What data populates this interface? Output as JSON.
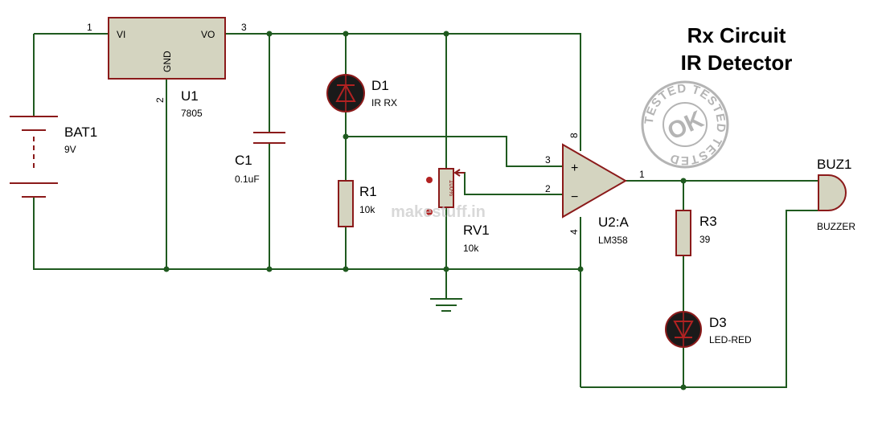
{
  "title": {
    "line1": "Rx Circuit",
    "line2": "IR Detector"
  },
  "stamp": {
    "ring_text": "TESTED TESTED TESTED",
    "center": "OK"
  },
  "watermark": "makestuff.in",
  "colors": {
    "wire": "#1f5a1f",
    "component": "#8b1a1a",
    "body": "#d4d4c0",
    "led": "#1a1a1a"
  },
  "components": {
    "bat1": {
      "ref": "BAT1",
      "value": "9V"
    },
    "u1": {
      "ref": "U1",
      "value": "7805",
      "pin_vi": "VI",
      "pin_vo": "VO",
      "pin_gnd": "GND",
      "pin1": "1",
      "pin2": "2",
      "pin3": "3"
    },
    "c1": {
      "ref": "C1",
      "value": "0.1uF"
    },
    "d1": {
      "ref": "D1",
      "value": "IR RX"
    },
    "r1": {
      "ref": "R1",
      "value": "10k"
    },
    "rv1": {
      "ref": "RV1",
      "value": "10k",
      "setting": "100%"
    },
    "u2": {
      "ref": "U2:A",
      "value": "LM358",
      "pin1": "1",
      "pin2": "2",
      "pin3": "3",
      "pin4": "4",
      "pin8": "8",
      "plus": "+",
      "minus": "−"
    },
    "r3": {
      "ref": "R3",
      "value": "39"
    },
    "d3": {
      "ref": "D3",
      "value": "LED-RED"
    },
    "buz1": {
      "ref": "BUZ1",
      "value": "BUZZER"
    }
  }
}
